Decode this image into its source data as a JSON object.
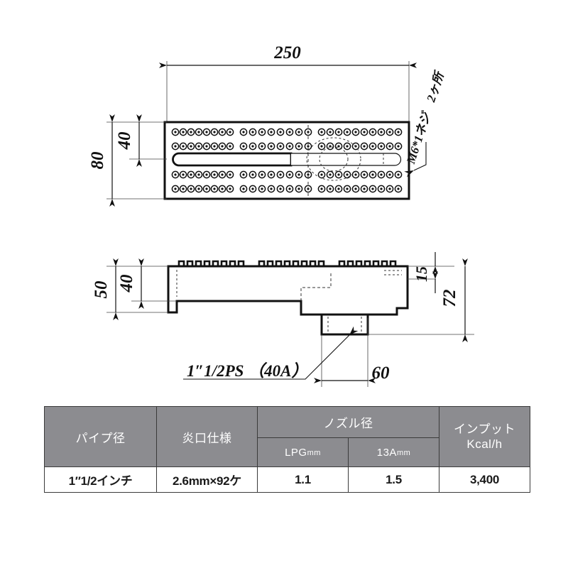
{
  "drawing": {
    "top_view": {
      "name": "top-view",
      "dim_length": "250",
      "dim_height_outer": "80",
      "dim_height_inner": "40",
      "note_thread": "M6*1ネジ　2ヶ所",
      "hole_rows": 4,
      "holes_per_row": 23
    },
    "side_view": {
      "name": "side-view",
      "dim_height_outer": "50",
      "dim_height_inner": "40",
      "dim_lip": "15",
      "dim_total": "72",
      "dim_pipe_width": "60",
      "label_pipe": "1″1/2PS （40A）"
    }
  },
  "table": {
    "headers": {
      "pipe_dia": "パイプ径",
      "flame_port": "炎口仕様",
      "nozzle_dia": "ノズル径",
      "nozzle_lpg": "LPG",
      "nozzle_lpg_unit": "mm",
      "nozzle_13a": "13A",
      "nozzle_13a_unit": "mm",
      "input": "インプット",
      "input_unit": "Kcal/h"
    },
    "row": {
      "pipe_dia": "1″1/2インチ",
      "flame_port": "2.6mm×92ケ",
      "nozzle_lpg": "1.1",
      "nozzle_13a": "1.5",
      "input": "3,400"
    }
  },
  "colors": {
    "header_bg": "#8c8c90",
    "header_text": "#ffffff",
    "line": "#1a1a1a"
  }
}
